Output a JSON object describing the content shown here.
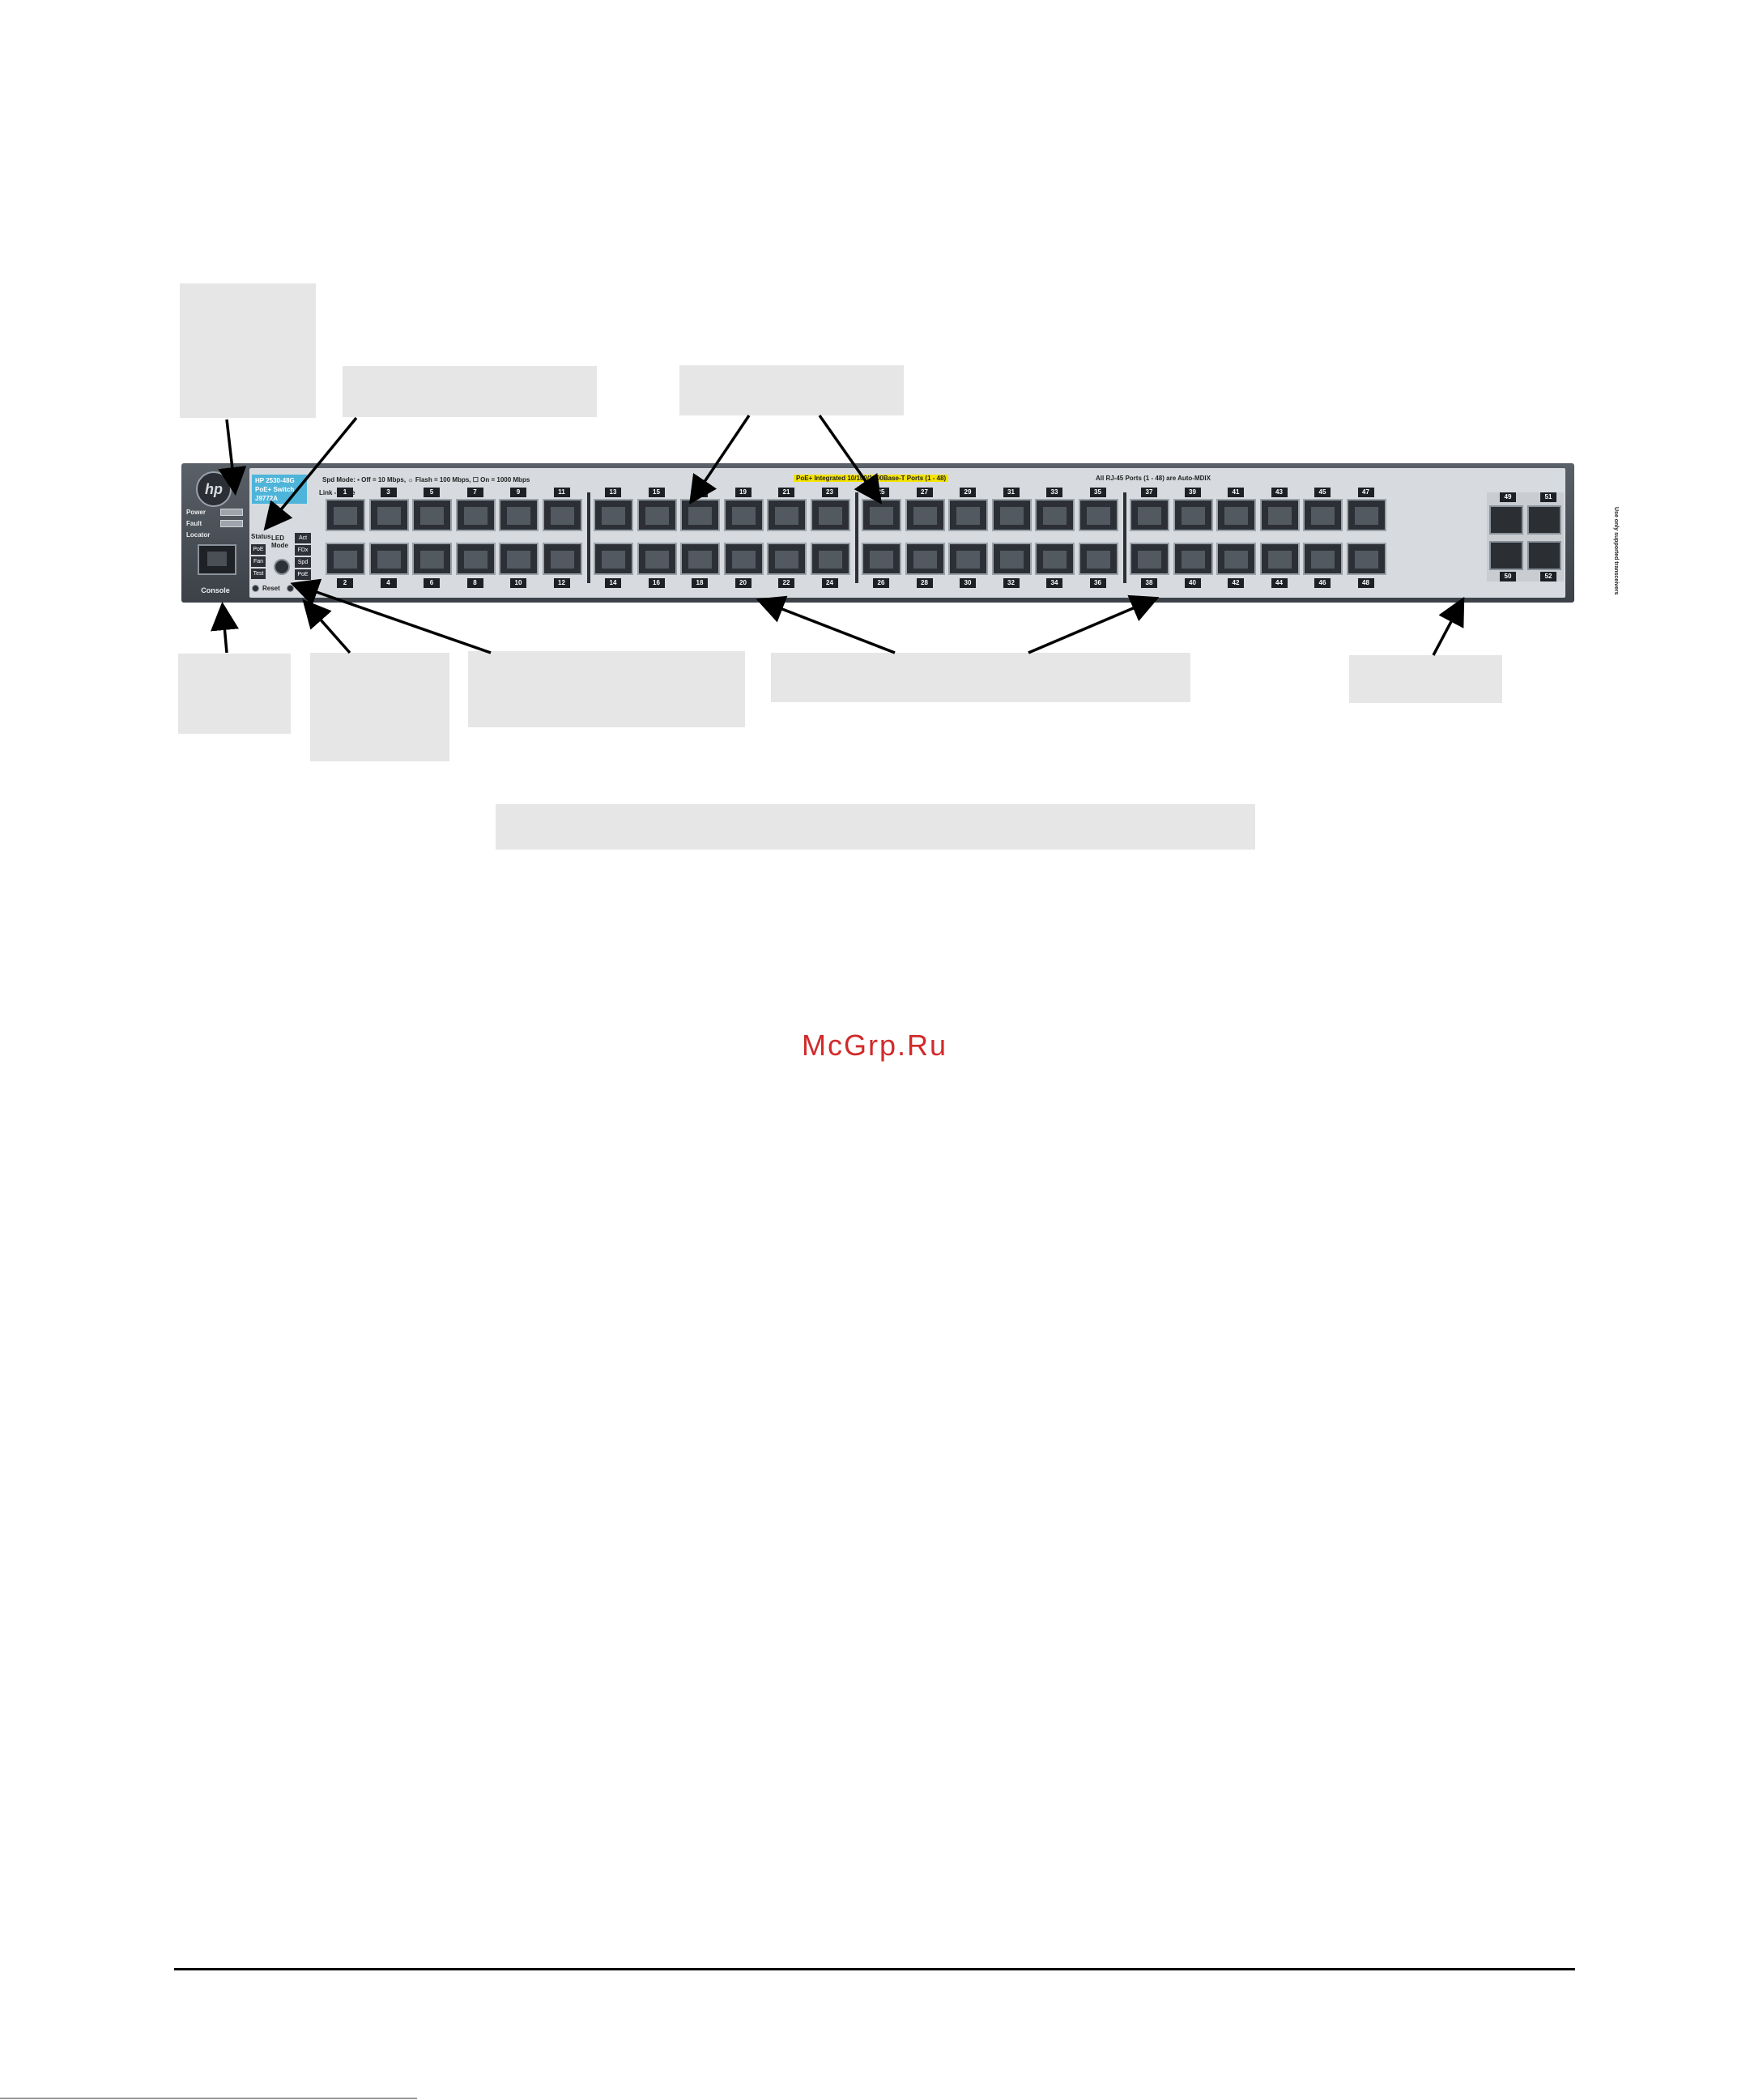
{
  "switch": {
    "brand_logo": "hp",
    "model_line1": "HP 2530-48G",
    "model_line2": "PoE+ Switch",
    "model_line3": "J9772A",
    "power_label": "Power",
    "fault_label": "Fault",
    "locator_label": "Locator",
    "console_label": "Console",
    "status_label": "Status",
    "status_items": [
      "PoE",
      "Fan",
      "Test"
    ],
    "led_mode_label": "LED Mode",
    "mode_items": [
      "Act",
      "FDx",
      "Spd",
      "PoE"
    ],
    "reset_label": "Reset",
    "clear_label": "Clear",
    "spd_legend": "Spd Mode: ▪ Off = 10 Mbps, ☼ Flash = 100 Mbps, ☐ On = 1000 Mbps",
    "poe_banner": "PoE+ Integrated 10/100/1000Base-T Ports (1 - 48)",
    "mdix_note": "All RJ-45 Ports (1 - 48) are Auto-MDIX",
    "link_mode_label": "Link - Mode",
    "top_port_numbers": [
      "1",
      "3",
      "5",
      "7",
      "9",
      "11",
      "13",
      "15",
      "17",
      "19",
      "21",
      "23",
      "25",
      "27",
      "29",
      "31",
      "33",
      "35",
      "37",
      "39",
      "41",
      "43",
      "45",
      "47"
    ],
    "bottom_port_numbers": [
      "2",
      "4",
      "6",
      "8",
      "10",
      "12",
      "14",
      "16",
      "18",
      "20",
      "22",
      "24",
      "26",
      "28",
      "30",
      "32",
      "34",
      "36",
      "38",
      "40",
      "42",
      "44",
      "46",
      "48"
    ],
    "sfp_top_numbers": [
      "49",
      "51"
    ],
    "sfp_bottom_numbers": [
      "50",
      "52"
    ],
    "sfp_side_text": "Use only supported transceivers"
  },
  "watermark": "McGrp.Ru",
  "colors": {
    "chassis": "#4a5058",
    "faceplate": "#d7dbdf",
    "model_badge": "#4fb4d9",
    "poe_highlight": "#f5e400",
    "callout_box": "#e6e6e6",
    "watermark": "#d12a2a"
  }
}
